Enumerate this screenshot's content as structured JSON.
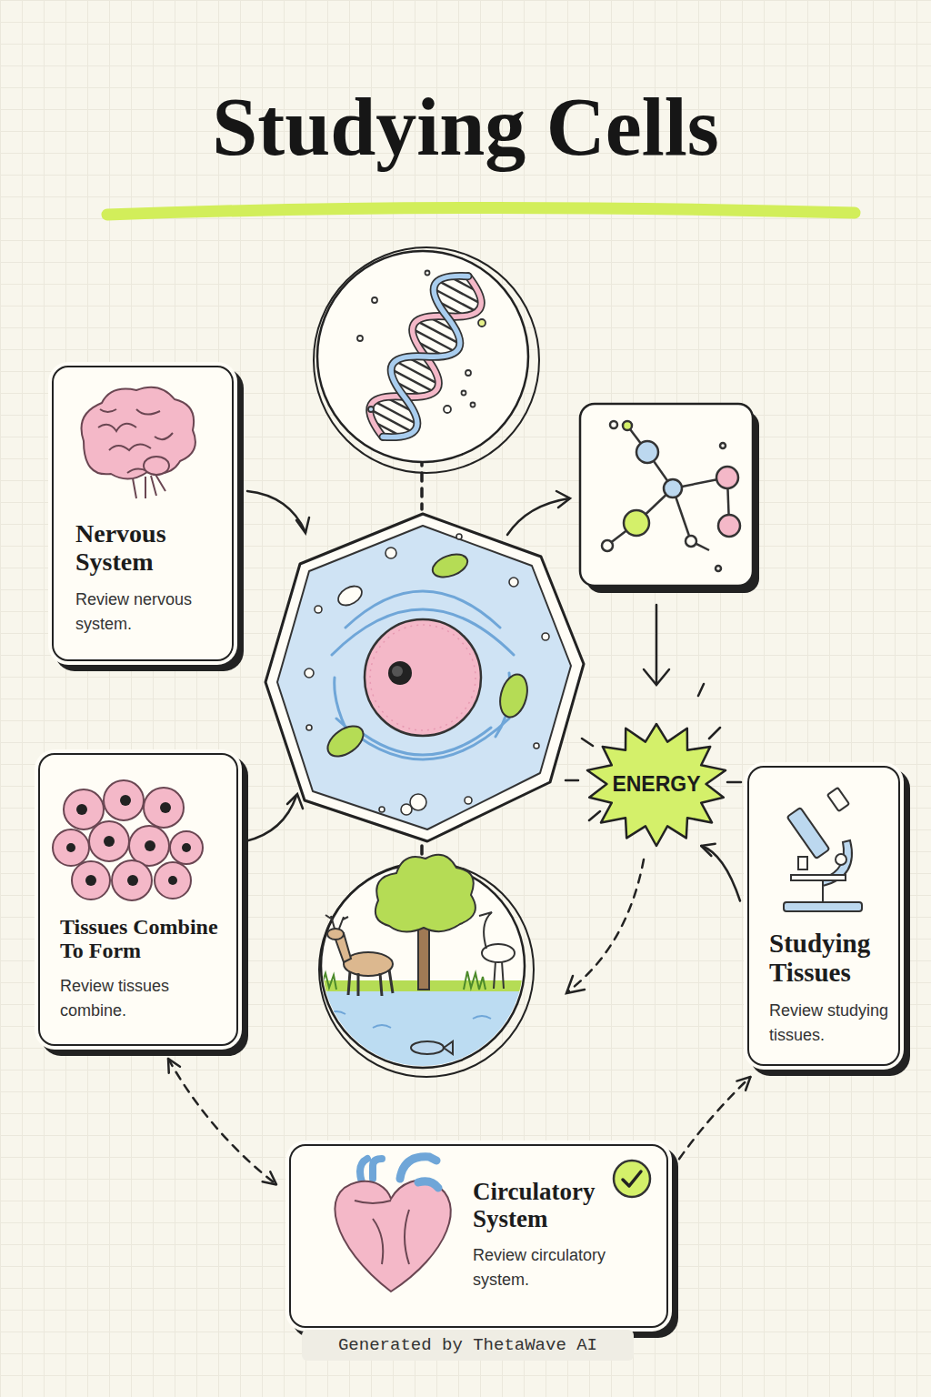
{
  "diagram": {
    "title": "Studying Cells",
    "nodes": [
      {
        "text": [
          "Nervous System",
          "Review nervous system."
        ]
      },
      {
        "text": [
          "ENERGY"
        ]
      },
      {
        "text": [
          "Tissues Combine To Form",
          "Review tissues combine."
        ]
      },
      {
        "text": [
          "Studying Tissues",
          "Review studying tissues."
        ]
      },
      {
        "text": [
          "Circulatory System",
          "Review circulatory system."
        ]
      }
    ],
    "edges": [
      {
        "from": 3,
        "to": 1,
        "arrow": "to"
      },
      {
        "from": 2,
        "to": 4,
        "arrow": "both"
      },
      {
        "from": 4,
        "to": 3,
        "arrow": "to"
      }
    ],
    "labels": [
      "Generated by ThetaWave AI"
    ]
  }
}
